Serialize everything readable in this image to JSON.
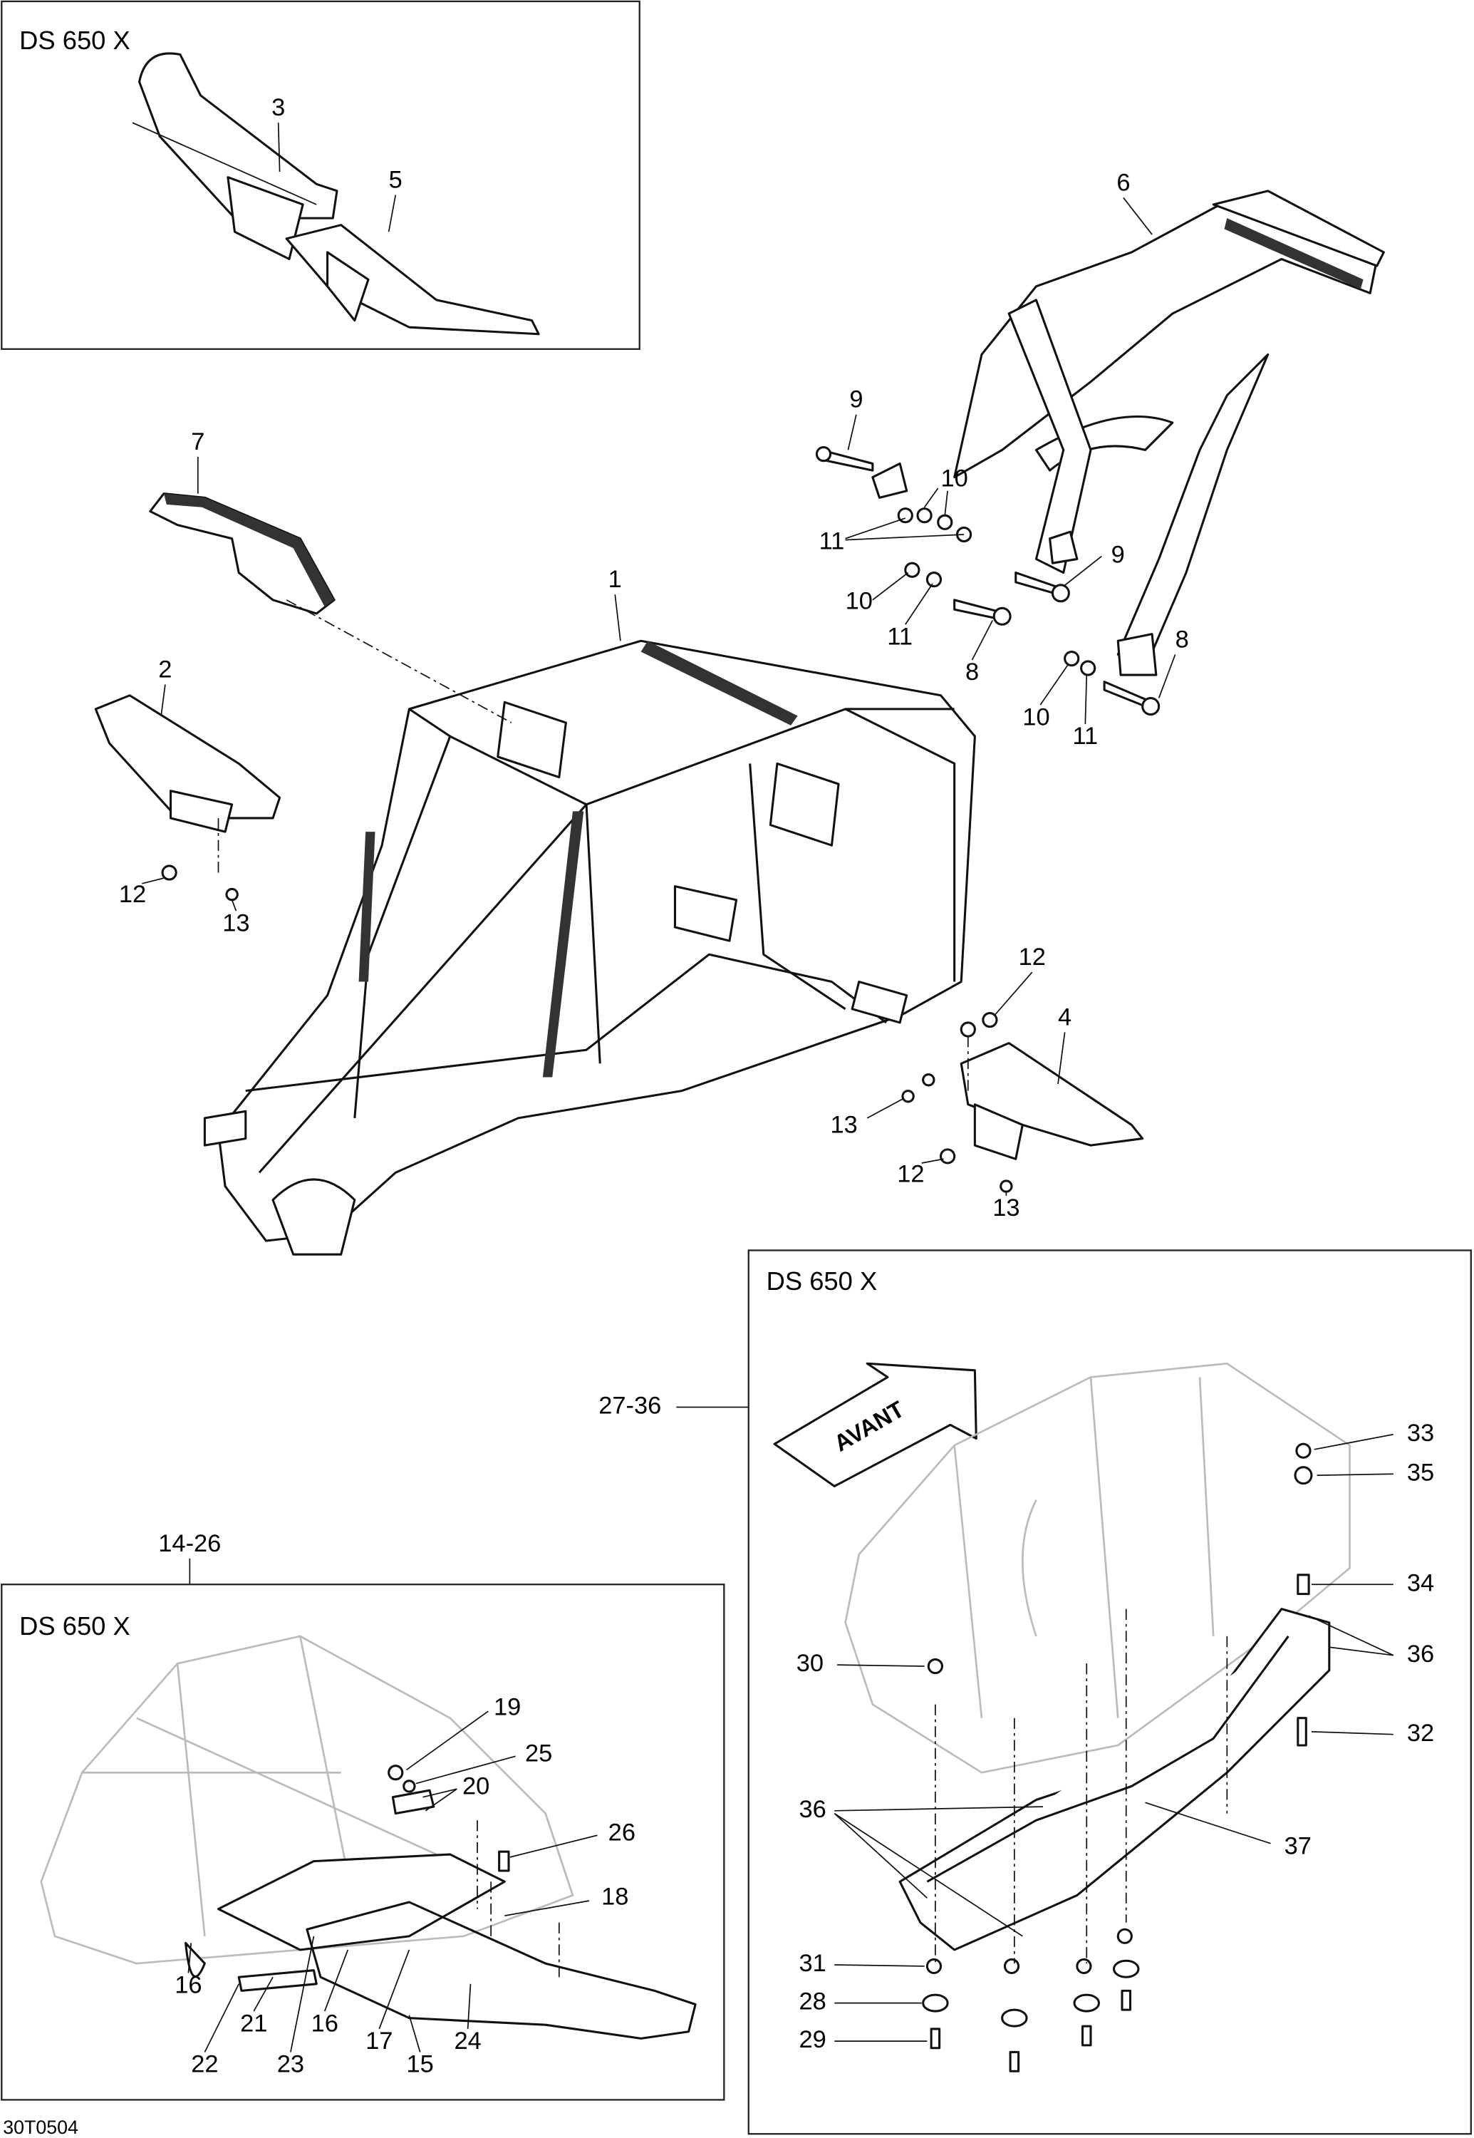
{
  "document_code": "30T0504",
  "panels": {
    "top_left": {
      "title": "DS 650 X"
    },
    "bottom_left": {
      "title": "DS 650 X",
      "range_label": "14-26"
    },
    "bottom_right": {
      "title": "DS 650 X",
      "range_label": "27-36",
      "arrow_text": "AVANT"
    }
  },
  "callouts": {
    "p3": "3",
    "p5": "5",
    "p6": "6",
    "p9a": "9",
    "p10a": "10",
    "p11a": "11",
    "p9b": "9",
    "p10b": "10",
    "p11b": "11",
    "p8a": "8",
    "p8b": "8",
    "p10c": "10",
    "p11c": "11",
    "p7": "7",
    "p1": "1",
    "p2": "2",
    "p12a": "12",
    "p13a": "13",
    "p12b": "12",
    "p4": "4",
    "p13b": "13",
    "p12c": "12",
    "p13c": "13",
    "p33": "33",
    "p35": "35",
    "p34": "34",
    "p36a": "36",
    "p30": "30",
    "p32": "32",
    "p36b": "36",
    "p37": "37",
    "p31": "31",
    "p28": "28",
    "p29": "29",
    "p19": "19",
    "p25": "25",
    "p20": "20",
    "p26": "26",
    "p18": "18",
    "p16a": "16",
    "p22": "22",
    "p21": "21",
    "p23": "23",
    "p16b": "16",
    "p17": "17",
    "p15": "15",
    "p24": "24"
  }
}
